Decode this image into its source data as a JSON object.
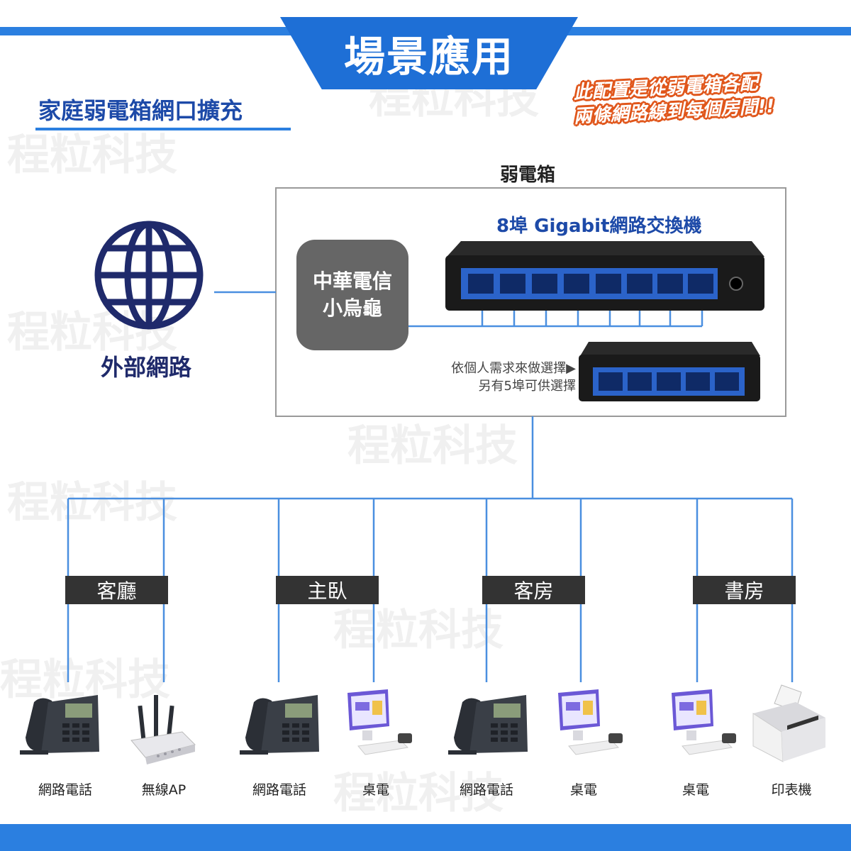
{
  "banner": {
    "title": "場景應用"
  },
  "subtitle": "家庭弱電箱網口擴充",
  "note": {
    "line1": "此配置是從弱電箱各配",
    "line2": "兩條網路線到每個房間!!"
  },
  "cabinet": {
    "label": "弱電箱"
  },
  "switch8": {
    "label": "8埠 Gigabit網路交換機"
  },
  "modem": {
    "line1": "中華電信",
    "line2": "小烏龜"
  },
  "external": {
    "label": "外部網路"
  },
  "option": {
    "line1": "依個人需求來做選擇▶",
    "line2": "另有5埠可供選擇"
  },
  "rooms": [
    {
      "label": "客廳"
    },
    {
      "label": "主臥"
    },
    {
      "label": "客房"
    },
    {
      "label": "書房"
    }
  ],
  "devices": [
    {
      "label": "網路電話",
      "icon": "ip-phone-icon"
    },
    {
      "label": "無線AP",
      "icon": "wireless-ap-icon"
    },
    {
      "label": "網路電話",
      "icon": "ip-phone-icon"
    },
    {
      "label": "桌電",
      "icon": "desktop-icon"
    },
    {
      "label": "網路電話",
      "icon": "ip-phone-icon"
    },
    {
      "label": "桌電",
      "icon": "desktop-icon"
    },
    {
      "label": "桌電",
      "icon": "desktop-icon"
    },
    {
      "label": "印表機",
      "icon": "printer-icon"
    }
  ],
  "watermark": "程粒科技",
  "colors": {
    "accent": "#2b7fe0",
    "banner": "#1e6fd6",
    "title_text": "#1d4aa8",
    "note_outline": "#e0561b",
    "room_bg": "#333333",
    "modem_bg": "#666666",
    "globe": "#1f2a6b"
  }
}
